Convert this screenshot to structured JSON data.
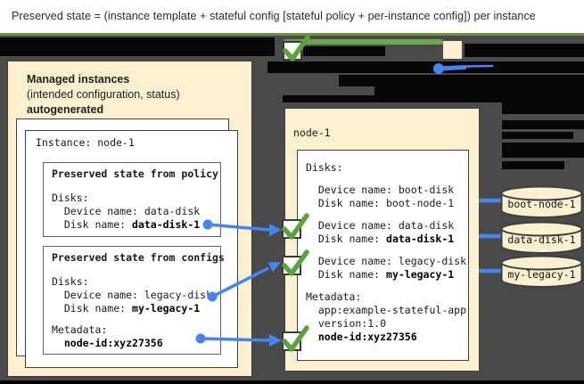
{
  "title": "Preserved state = (instance template + stateful config [stateful policy + per-instance config]) per instance",
  "colors": {
    "cream": "#FCF0CE",
    "background_gray": "#4A4A4B",
    "redaction_black": "#060606",
    "blue_connector": "#4285F4",
    "green_check": "#5BA43C",
    "olive_rule": "#6F9138",
    "box_border": "#3C4043"
  },
  "legend": {
    "check_icon": "green-checkmark",
    "swatch_icon": "cream-square",
    "connector_icon": "blue-dot-line"
  },
  "left_panel": {
    "heading_bold": "Managed instances",
    "heading_line2": "(intended configuration, status)",
    "heading_bold2": "autogenerated",
    "instance_label": "Instance: node-1",
    "policy_box": {
      "title": "Preserved state from policy",
      "lines": [
        {
          "label": "Disks:"
        },
        {
          "label": "  Device name: data-disk"
        },
        {
          "label": "  Disk name: ",
          "bold": "data-disk-1"
        }
      ]
    },
    "configs_box": {
      "title": "Preserved state from configs",
      "lines": [
        {
          "label": "Disks:"
        },
        {
          "label": "  Device name: legacy-disk"
        },
        {
          "label": "  Disk name: ",
          "bold": "my-legacy-1"
        },
        {
          "label": "Metadata:"
        },
        {
          "label": "  ",
          "bold": "node-id:xyz27356"
        }
      ]
    }
  },
  "right_panel": {
    "title": "node-1",
    "lines": [
      {
        "label": "Disks:"
      },
      {
        "label": "  Device name: boot-disk"
      },
      {
        "label": "  Disk name: boot-node-1"
      },
      {
        "label": "  Device name: data-disk"
      },
      {
        "label": "  Disk name: ",
        "bold": "data-disk-1"
      },
      {
        "label": "  Device name: legacy-disk"
      },
      {
        "label": "  Disk name: ",
        "bold": "my-legacy-1"
      },
      {
        "label": "Metadata:"
      },
      {
        "label": "  app:example-stateful-app"
      },
      {
        "label": "  version:1.0"
      },
      {
        "label": "  ",
        "bold": "node-id:xyz27356"
      }
    ]
  },
  "disks": [
    {
      "name": "boot-node-1"
    },
    {
      "name": "data-disk-1"
    },
    {
      "name": "my-legacy-1"
    }
  ]
}
